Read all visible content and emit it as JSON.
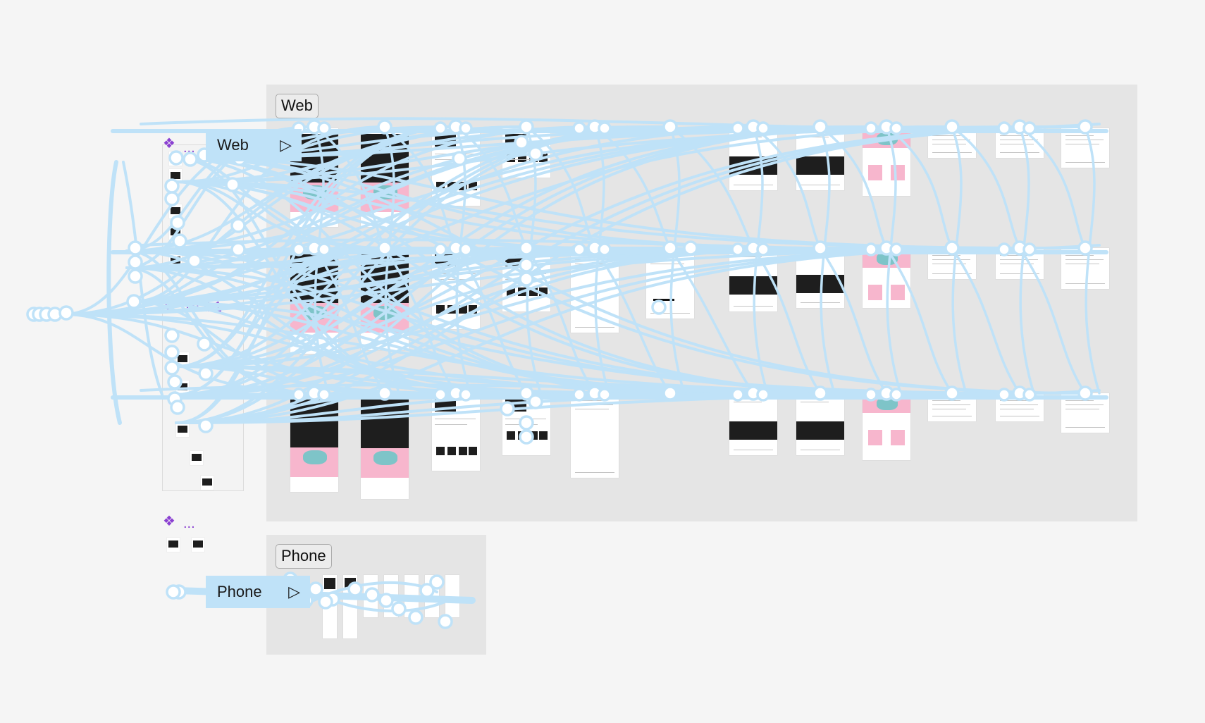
{
  "canvas": {
    "background": "#f5f5f5",
    "wire_color": "#bfe2f8",
    "node_fill": "#ffffff"
  },
  "sections": {
    "web": {
      "label": "Web"
    },
    "phone": {
      "label": "Phone"
    }
  },
  "flows": {
    "web": {
      "label": "Web",
      "icon": "play-icon"
    },
    "phone": {
      "label": "Phone",
      "icon": "play-icon"
    }
  },
  "components": {
    "trial": {
      "label": "Trial 1",
      "icon": "component-icon"
    },
    "more_top": {
      "label": "...",
      "icon": "component-icon"
    },
    "more_bottom": {
      "label": "...",
      "icon": "component-icon"
    }
  }
}
